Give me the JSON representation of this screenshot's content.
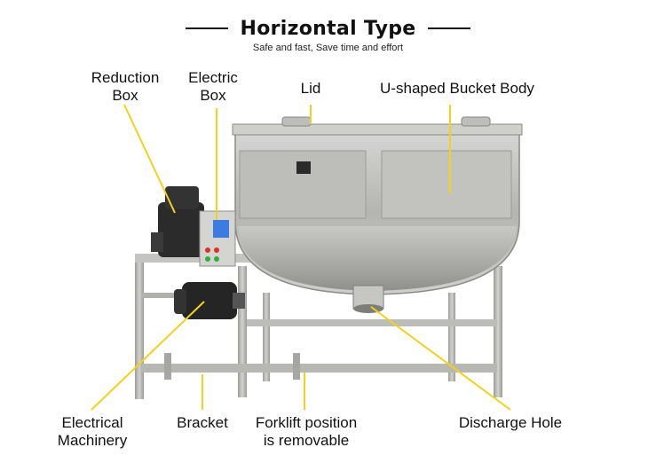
{
  "header": {
    "title": "Horizontal Type",
    "subtitle": "Safe and fast, Save time and effort"
  },
  "labels": {
    "reduction_box": [
      "Reduction",
      "Box"
    ],
    "electric_box": [
      "Electric",
      "Box"
    ],
    "lid": "Lid",
    "bucket_body": "U-shaped Bucket Body",
    "electrical_machinery": [
      "Electrical",
      "Machinery"
    ],
    "bracket": "Bracket",
    "forklift": [
      "Forklift position",
      "is removable"
    ],
    "discharge_hole": "Discharge Hole"
  },
  "colors": {
    "leader_line": "#f2d21b",
    "steel_light": "#c9c9c7",
    "steel_mid": "#a9a9a6",
    "steel_dark": "#7c7c79",
    "motor_black": "#2a2a2a",
    "panel_blue": "#3c7be0"
  },
  "icons": {
    "button_red": "red-button-icon",
    "button_green": "green-button-icon",
    "logo": "brand-logo-icon"
  }
}
